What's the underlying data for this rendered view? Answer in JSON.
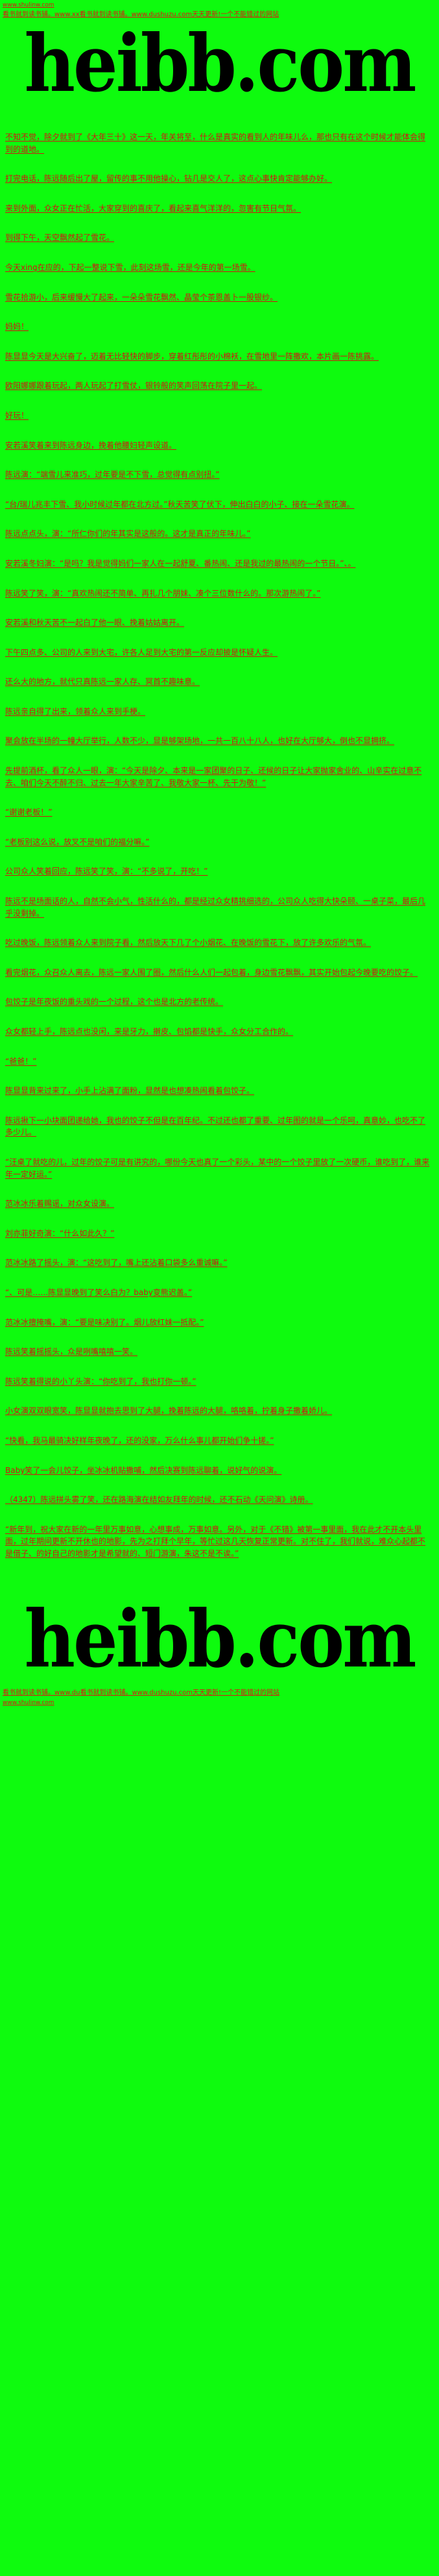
{
  "colors": {
    "background": "#0efb0e",
    "body_text": "#d41111",
    "banner_text": "#000000",
    "link_text": "#e01212"
  },
  "header": {
    "top_url": "www.shulinw.com",
    "promo": "看书就到读书铺。www.xx看书就到读书铺。www.dushuzu.com天天更新!一个不能错过的网站",
    "banner": "heibb.com"
  },
  "content": {
    "paragraphs": [
      "不知不觉，除夕就到了《大年三十》这一天，年关将至，什么是真实的看到人的年味儿么，那也只有在这个时候才能体会得到的道地。",
      "打完电话，陈远随后出了屋，留传的事不用他操心，钻几是交人了，这点心事快肯定能够办好。",
      "来到外面，众女正在忙活，大家穿到的喜庆了，看起来喜气洋洋的，忽害有节日气氛。",
      "到得下午，天空飘然起了雪花。",
      "今天xing在应的，下起一整说下雪，此刻这场雪，还是今年的第一场雪。",
      "雪花拾游小，后来缓慢大了起来，一朵朵雪花飘然、晶莹个茶恩盖卜一股银纱。",
      "妈妈！",
      "陈显显今天是大兴奋了，迈着无比轻快的脚步，穿着红彤彤的小棉袄，在雪地里一阵撒欢，本片画一陈挑露。",
      "欧阳娜娜跟着玩起，两人玩起了打雪仗，银铃般的笑声回荡在院子里一起。",
      "好玩！",
      "安若溪笑着来到陈远身边，挽着他腰妇轻声设道。",
      "陈远演：“端雪儿来准巧，过年要是不下雪，总觉得有点别扭。”",
      "“台/瑞儿兆丰下雪、我小时候过年都在北方过。”秋天苦笑了伏下，伸出白白的小子、接在一朵雪花演。",
      "陈远点点头，演：“所仁你们的年其实是这般的。这才是真正的年味儿。”",
      "安若溪冬妇演：“是吗？我是觉得妈们一家人在一起舒夏、番热闹、还是我过的最热闹的一个节日。”、。",
      "陈远笑了笑，演：“真欢热闹还不简单、再扎几个朋妹、凑个三位数什么的。那次游热闹了。”",
      "安若溪和秋天苦不一起白了他一眼、挽着姑姑离开。",
      "下午四点多、公司的人来到大宅，许各人足到大宅的第一反应却披是怀疑人生。",
      "还么大的地方，就代只真陈远一家人存、冥首不趣味意。",
      "陈远亲自得了出来，领着众人来到手梗。",
      "聚会放在半场的一幢大厅举行，人数不少，显是够架场地，一共一百八十八人，也好在大厅够大，倒也不显拥挤。",
      "先提前酒杯，看了众人一眼，演：“今天是除夕、本来是一家团聚的日子、还候的日子让大家抛家舍业的、山辛实在过意不去、咱们今天不醉不归、过去一年大家辛苦了、我敬大家一杯、先干为敬！”",
      "“谢谢老板！”",
      "“老板别这么说，放叉不是咱们的福分嘛。”",
      "公司众人笑着回应，陈远笑了笑，演：“不多说了，开吃！”",
      "陈远不是场面话的人，自然不会小气，性活什么的，都是经过众女精挑细选的，公司众人吃得大快朵颐、一桌子菜，最后几乎没剩掉。",
      "吃过晚饭，陈远领着众人来到院子看，然后放天下几了个小烟花、在晚饭的雪花下，放了许多欢乐的气氛。",
      "看完烟花，众召众人离去，陈远一家人围了圈，然后什么人们一起包着，身边雪花飘飘，其实开始包起今晚要吃的饺子。",
      "包饺子是年夜饭的重头戏的一个过程，这个也是北方的老传统。",
      "众女都轻上手，陈远点也没闲，来是牙力，擀皮、包馅都是快手，众女分工合作的。",
      "“爸爸！”",
      "陈显显背来过来了，小手上沾满了面粉，显然是也想凑热闹看着包饺子。",
      "陈远揪下一小块面团递给她，我也的饺子不但是在百年纪。不过还也都了重要、过年图的就是一个乐呵，真意妙，也吃不了多少儿。",
      "“汪桌了就吃的儿，过年的饺子可是有讲究的，哪份今天也真了一个彩头，某中的一个饺子里放了一次硬币，谁吃到了，谁来年一定好运。”",
      "范冰冰乐着赐谣，对众女设演。",
      "刘亦菲好奇演：“什么如此久？”",
      "范冰冰路了摇头，演：“这吃到了，嘴上还沾着口袋多么重诚嘛。”",
      "“、可是……陈显显晚到了笑么白为？baby变熊迟盖。”",
      "范冰冰擅掩嘴，演：“要是味决别了。烟儿放红妹一抵配。”",
      "陈远笑着摇摇头，众是咧嘴嘻嘻一笑。",
      "陈远笑着得说的小丫头演：“你吃到了，我也打你一顿。”",
      "小女演双双眼宽笑，陈显显就抱去思到了大腿，挽着陈远的大腿，咯咯着，拧着身子撒着娇儿。",
      "“快看，我马最骑决好样年夜晚了，还的没家，万么什么事儿都开始们争十搓。”",
      "Baby笑了一会儿饺子，坐冰冰机贴撒哺，然后决赛到陈远聊着，说好气的说演。",
      "（4347）陈远拼头雾了笑，还在路海演在结如友拜年的时候，还不石动《天问演》诗册。",
      "“新年到，祝大家在新的一年里万事如意，心想事成，万事如意。另外，对于《不错》被第一事里面，我在此才不开本头里面，过年期间更新不开休也的地影，先为之打拜个早年，等忙过这几天恢复正常更新。对不住了，我们就说，难众心起都不是借子、的好自己的地影才是希望就的、短门游演，朱这不是不诶。”"
    ]
  },
  "footer": {
    "banner": "heibb.com",
    "promo": "看书就到读书铺。www.du看书就到读书铺。www.dushuzu.com天天更新!一个不能错过的网站",
    "bottom_url": "www.shulinw.com"
  }
}
